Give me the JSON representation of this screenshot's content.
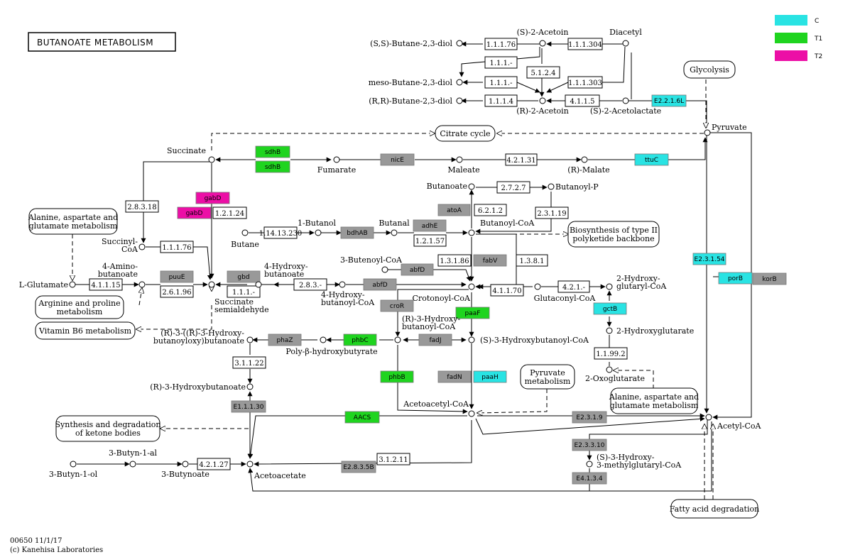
{
  "title": "BUTANOATE METABOLISM",
  "footer": {
    "line1": "00650 11/1/17",
    "line2": "(c) Kanehisa Laboratories"
  },
  "legend": [
    {
      "label": "C",
      "color": "#29e3e3"
    },
    {
      "label": "T1",
      "color": "#1fd41f"
    },
    {
      "label": "T2",
      "color": "#ec0fa6"
    }
  ],
  "colors": {
    "gray": "#999999",
    "cyan": "#29e3e3",
    "green": "#1fd41f",
    "magenta": "#ec0fa6",
    "white": "#ffffff"
  },
  "compounds": [
    "(S,S)-Butane-2,3-diol",
    "(S)-2-Acetoin",
    "Diacetyl",
    "meso-Butane-2,3-diol",
    "(R,R)-Butane-2,3-diol",
    "(R)-2-Acetoin",
    "(S)-2-Acetolactate",
    "Pyruvate",
    "Succinate",
    "Fumarate",
    "Maleate",
    "(R)-Malate",
    "Butanoate",
    "Butanoyl-P",
    "Succinyl-CoA",
    "1-Butanol",
    "Butanal",
    "Butanoyl-CoA",
    "Butane",
    "4-Amino-butanoate",
    "L-Glutamate",
    "4-Hydroxy-butanoate",
    "Succinate semialdehyde",
    "3-Butenoyl-CoA",
    "4-Hydroxy-butanoyl-CoA",
    "Crotonoyl-CoA",
    "Glutaconyl-CoA",
    "2-Hydroxy-glutaryl-CoA",
    "(R)-3-((R)-3-Hydroxy-butanoyloxy)butanoate",
    "Poly-β-hydroxybutyrate",
    "(R)-3-Hydroxy-butanoyl-CoA",
    "(S)-3-Hydroxybutanoyl-CoA",
    "2-Hydroxyglutarate",
    "(R)-3-Hydroxybutanoate",
    "2-Oxoglutarate",
    "Acetoacetyl-CoA",
    "Acetyl-CoA",
    "3-Butyn-1-al",
    "3-Butyn-1-ol",
    "3-Butynoate",
    "Acetoacetate",
    "(S)-3-Hydroxy-3-methylglutaryl-CoA"
  ],
  "ec_boxes": [
    "1.1.1.76",
    "1.1.1.304",
    "1.1.1.-",
    "5.1.2.4",
    "1.1.1.-",
    "1.1.1.303",
    "1.1.1.4",
    "4.1.1.5",
    "4.2.1.31",
    "2.8.3.18",
    "2.7.2.7",
    "1.2.1.24",
    "6.2.1.2",
    "2.3.1.19",
    "1.1.1.76",
    "1.14.13.230",
    "1.2.1.57",
    "1.3.1.86",
    "1.3.8.1",
    "4.1.1.15",
    "2.6.1.96",
    "1.1.1.-",
    "2.8.3.-",
    "4.1.1.70",
    "4.2.1.-",
    "3.1.1.22",
    "1.1.99.2",
    "3.1.2.11",
    "4.2.1.27"
  ],
  "gene_boxes": [
    "E2.2.1.6L",
    "sdhB",
    "sdhB",
    "nicE",
    "ttuC",
    "gabD",
    "gabD",
    "atoA",
    "bdhAB",
    "adhE",
    "fabV",
    "puuE",
    "gbd",
    "abfD",
    "abfD",
    "E2.3.1.54",
    "porB",
    "korB",
    "croR",
    "paaF",
    "phaZ",
    "phbC",
    "fadJ",
    "gctB",
    "phbB",
    "fadN",
    "paaH",
    "E1.1.1.30",
    "AACS",
    "E2.3.1.9",
    "E2.3.3.10",
    "E2.8.3.5B",
    "E4.1.3.4"
  ],
  "map_links": [
    "Glycolysis",
    "Citrate cycle",
    "Alanine, aspartate and glutamate metabolism",
    "Biosynthesis of type II polyketide backbone",
    "Arginine and proline metabolism",
    "Vitamin B6 metabolism",
    "Pyruvate metabolism",
    "Alanine, aspartate and glutamate metabolism",
    "Synthesis and degradation of ketone bodies",
    "Fatty acid degradation"
  ]
}
